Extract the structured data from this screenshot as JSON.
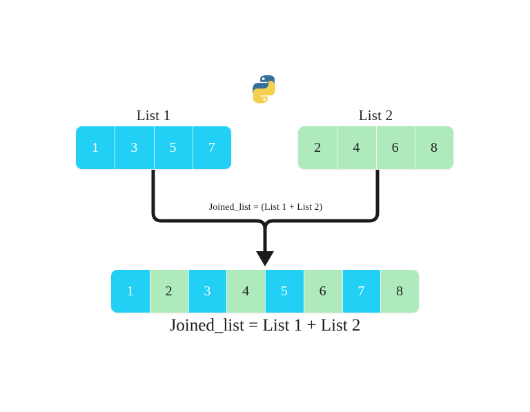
{
  "background_color": "#ffffff",
  "colors": {
    "list1": "#22cff5",
    "list2": "#aeeabb",
    "list1_text": "#ffffff",
    "list2_text": "#222222",
    "connector": "#1b1b1b",
    "python_blue": "#366f9a",
    "python_yellow": "#f5d04e"
  },
  "logo": {
    "name": "python-logo",
    "alt": "Python"
  },
  "list1": {
    "label": "List 1",
    "values": [
      "1",
      "3",
      "5",
      "7"
    ]
  },
  "list2": {
    "label": "List 2",
    "values": [
      "2",
      "4",
      "6",
      "8"
    ]
  },
  "connector": {
    "label": "Joined_list = (List 1 + List 2)"
  },
  "joined": {
    "caption": "Joined_list = List 1 + List 2",
    "cells": [
      {
        "value": "1",
        "source": "list1"
      },
      {
        "value": "2",
        "source": "list2"
      },
      {
        "value": "3",
        "source": "list1"
      },
      {
        "value": "4",
        "source": "list2"
      },
      {
        "value": "5",
        "source": "list1"
      },
      {
        "value": "6",
        "source": "list2"
      },
      {
        "value": "7",
        "source": "list1"
      },
      {
        "value": "8",
        "source": "list2"
      }
    ]
  }
}
